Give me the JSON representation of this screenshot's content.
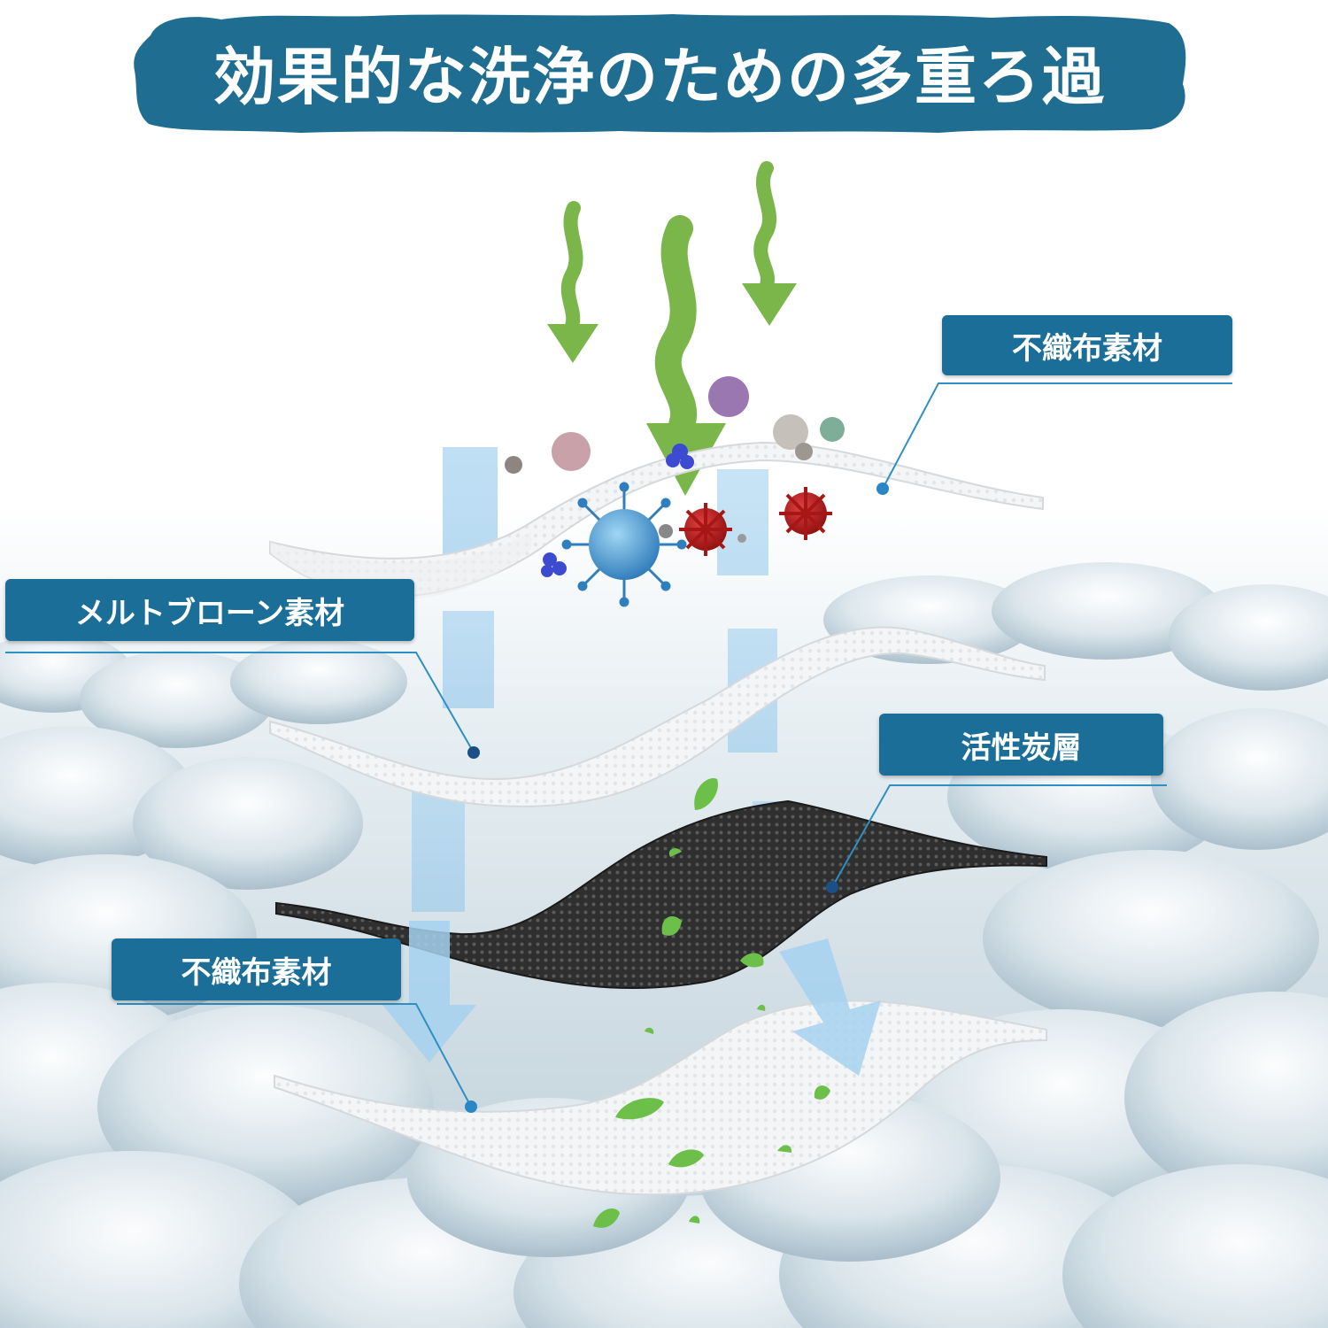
{
  "title": "効果的な洗浄のための多重ろ過",
  "layers": [
    {
      "label": "不織布素材"
    },
    {
      "label": "メルトブローン素材"
    },
    {
      "label": "活性炭層"
    },
    {
      "label": "不織布素材"
    }
  ],
  "colors": {
    "label_bg": "#1a6e97",
    "callout_line": "#2f8fc2",
    "callout_dot": "#2b86c8",
    "air_arrow": "#7ab648",
    "flow_arrow": "#a9d3ee",
    "filter_white": "#f2f3f4",
    "filter_carbon": "#3a3a3a",
    "fiber_bg": "#cfdde5"
  }
}
